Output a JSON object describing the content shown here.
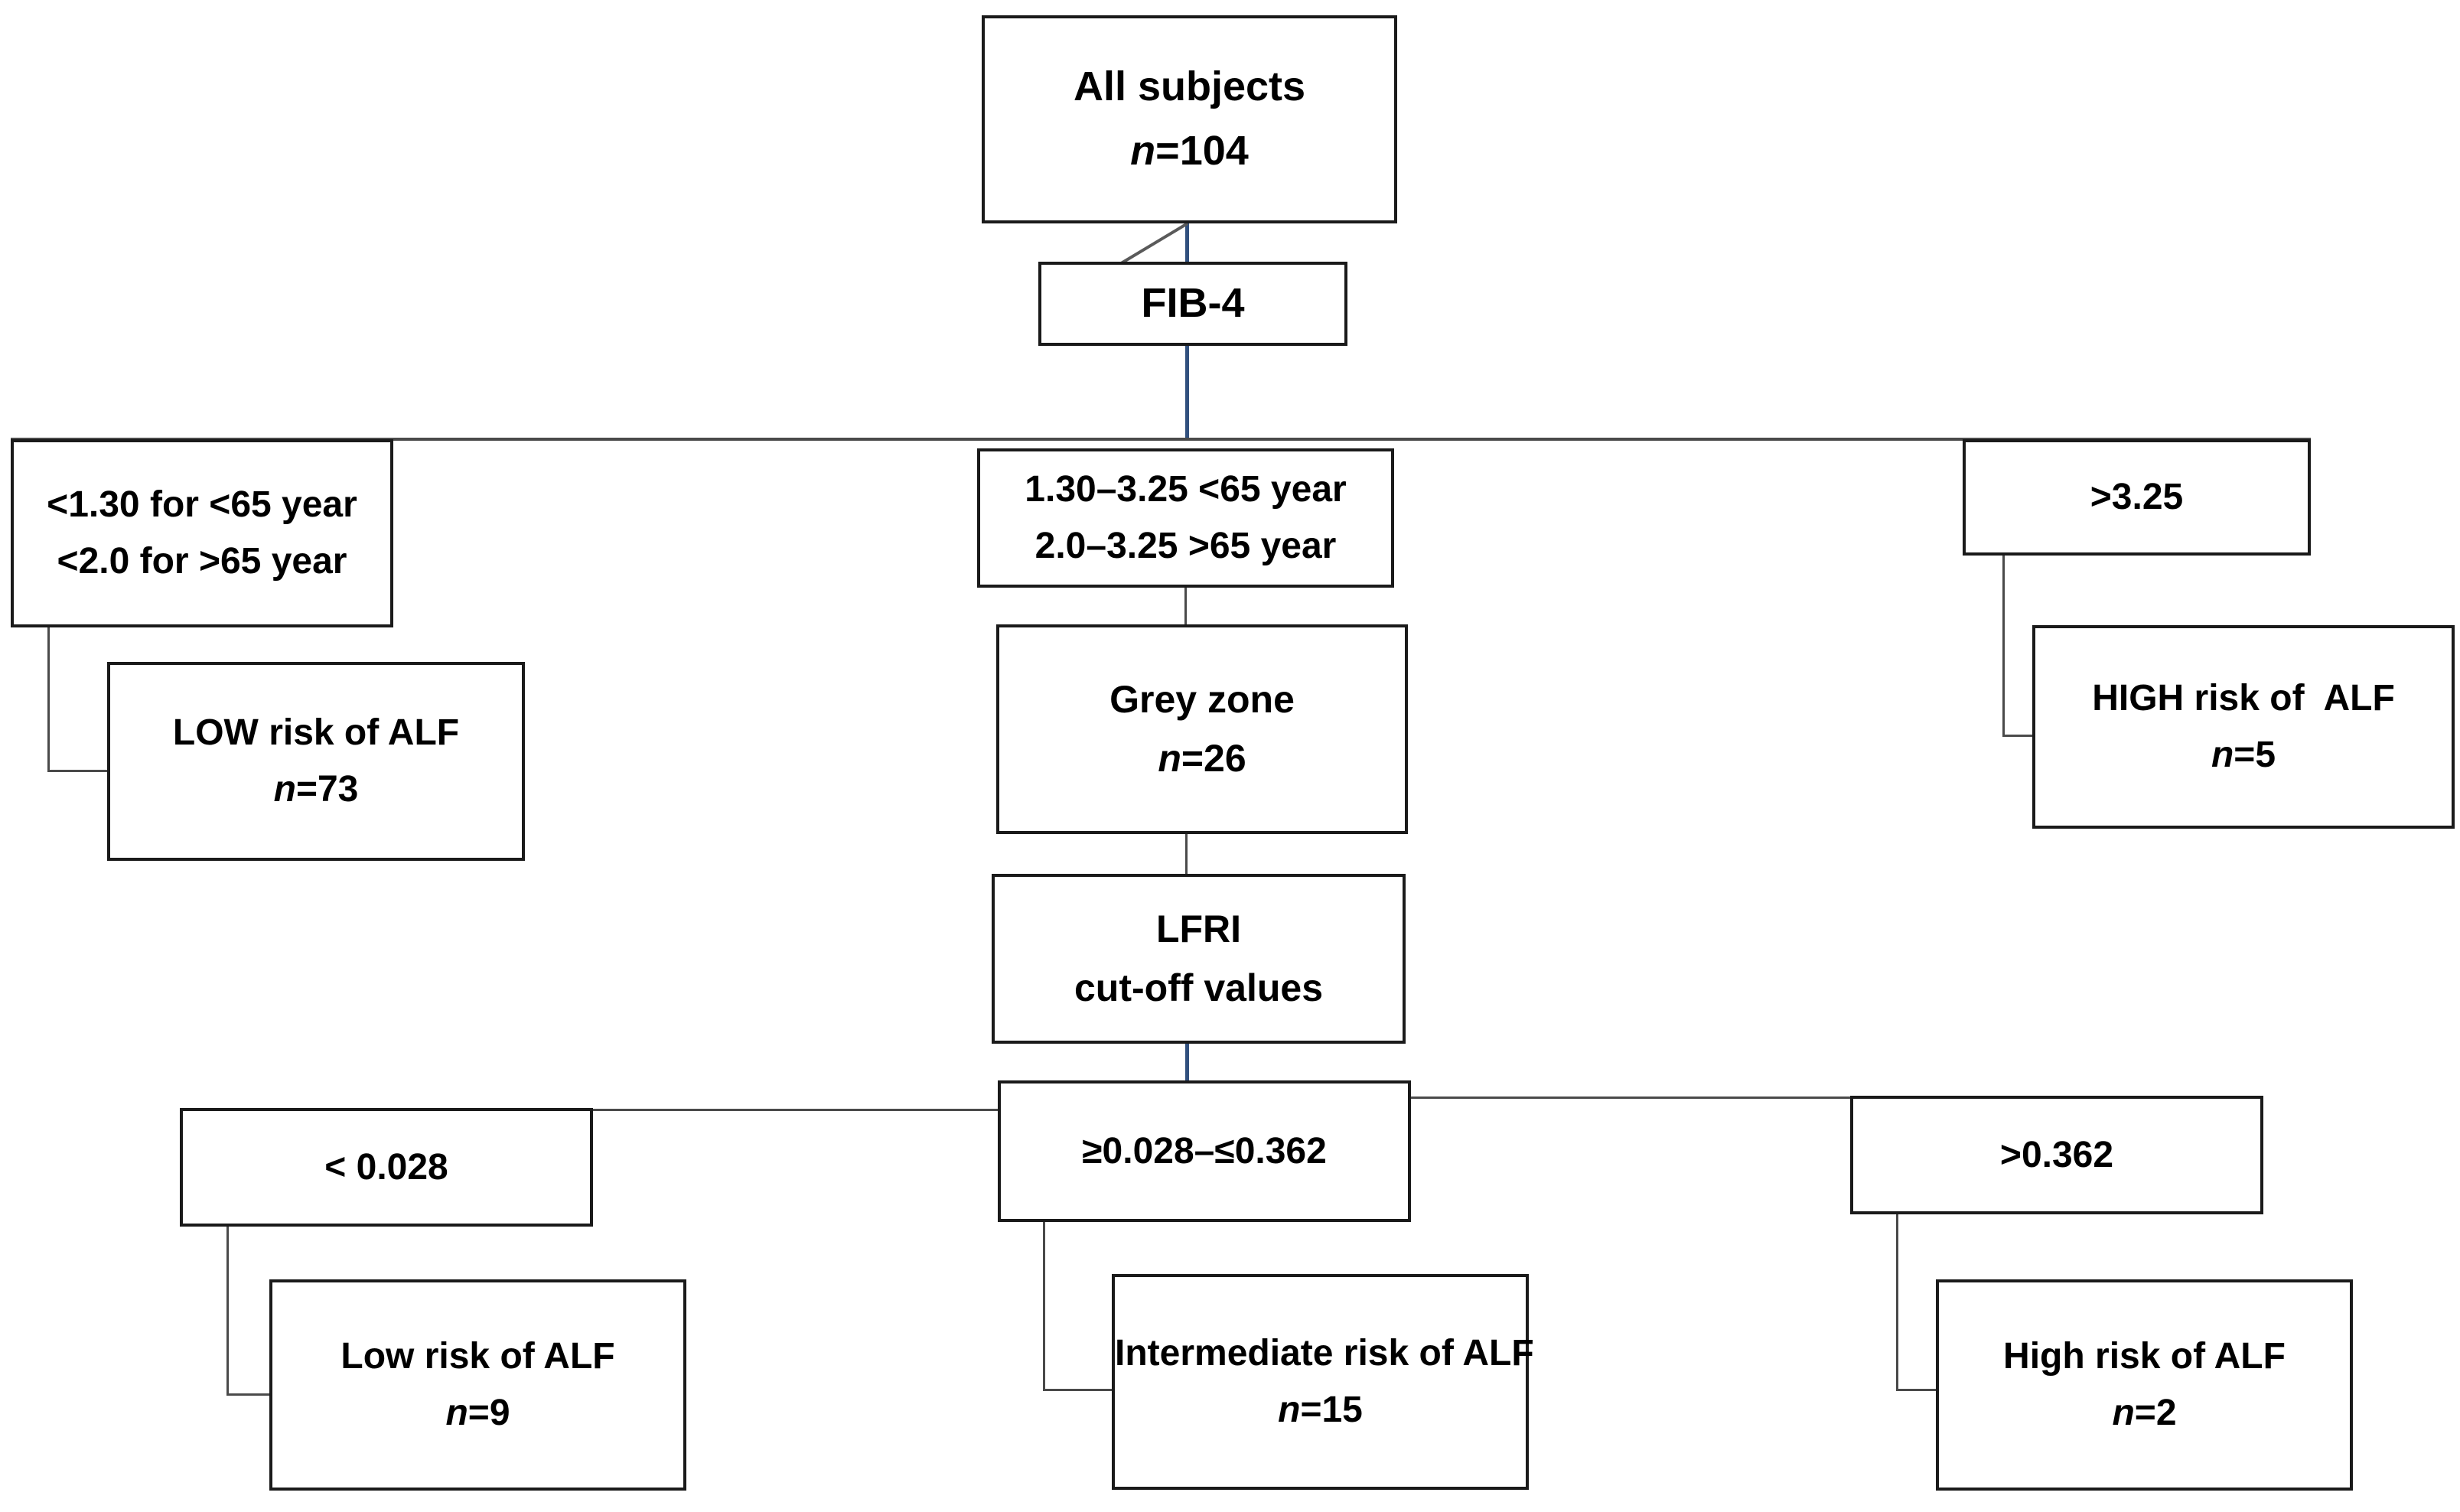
{
  "diagram": {
    "title": "FIB-4 and LFRI risk stratification flowchart",
    "colors": {
      "box_border": "#1a1a1a",
      "connector": "#2b2b2b",
      "connector_accent": "#31507e",
      "background": "#ffffff",
      "text": "#000000"
    }
  },
  "nodes": {
    "all_subjects": {
      "line1": "All subjects",
      "n_label": "n",
      "n_value": "=104"
    },
    "fib4": {
      "line1": "FIB-4"
    },
    "fib4_low": {
      "line1": "<1.30 for <65 year",
      "line2": "<2.0 for >65 year"
    },
    "fib4_grey_range": {
      "line1": "1.30–3.25 <65 year",
      "line2": "2.0–3.25 >65 year"
    },
    "fib4_high": {
      "line1": ">3.25"
    },
    "low_risk_alf": {
      "line1": "LOW risk of ALF",
      "n_label": "n",
      "n_value": "=73"
    },
    "grey_zone": {
      "line1": "Grey zone",
      "n_label": "n",
      "n_value": "=26"
    },
    "high_risk_alf": {
      "line1": "HIGH risk of  ALF",
      "n_label": "n",
      "n_value": "=5"
    },
    "lfri": {
      "line1": "LFRI",
      "line2": "cut-off values"
    },
    "lfri_low": {
      "line1": "< 0.028"
    },
    "lfri_mid": {
      "line1": "≥0.028–≤0.362"
    },
    "lfri_high": {
      "line1": ">0.362"
    },
    "low_risk_alf_2": {
      "line1": "Low risk of ALF",
      "n_label": "n",
      "n_value": "=9"
    },
    "intermediate_risk_alf": {
      "line1": "Intermediate risk of ALF",
      "n_label": "n",
      "n_value": "=15"
    },
    "high_risk_alf_2": {
      "line1": "High risk of ALF",
      "n_label": "n",
      "n_value": "=2"
    }
  },
  "chart_data": {
    "type": "diagram",
    "title": "FIB-4 and LFRI sequential risk stratification for ALF",
    "root": {
      "label": "All subjects",
      "n": 104
    },
    "first_test": "FIB-4",
    "first_test_branches": [
      {
        "criterion": "<1.30 for <65 year; <2.0 for >65 year",
        "outcome": "LOW risk of ALF",
        "n": 73
      },
      {
        "criterion": "1.30–3.25 <65 year; 2.0–3.25 >65 year",
        "outcome": "Grey zone",
        "n": 26
      },
      {
        "criterion": ">3.25",
        "outcome": "HIGH risk of  ALF",
        "n": 5
      }
    ],
    "second_test": "LFRI cut-off values",
    "second_test_branches": [
      {
        "criterion": "< 0.028",
        "outcome": "Low risk of ALF",
        "n": 9
      },
      {
        "criterion": "≥0.028–≤0.362",
        "outcome": "Intermediate risk of ALF",
        "n": 15
      },
      {
        "criterion": ">0.362",
        "outcome": "High risk of ALF",
        "n": 2
      }
    ]
  }
}
